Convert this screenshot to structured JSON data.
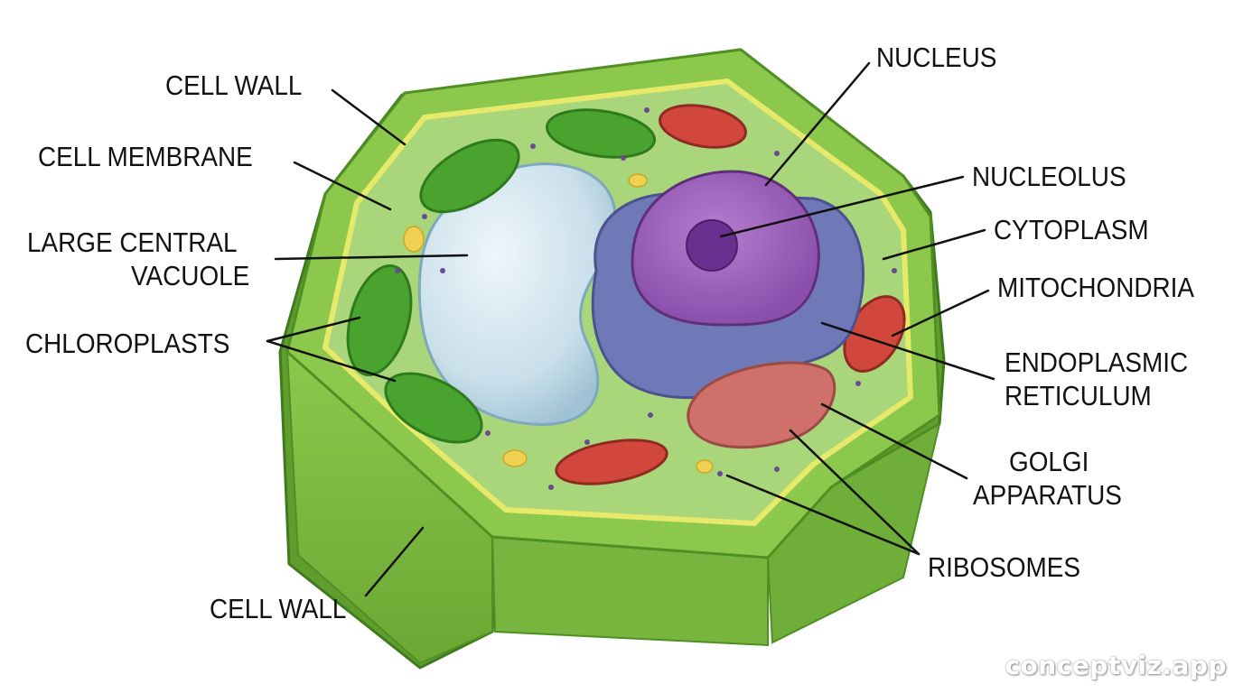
{
  "labels": {
    "cell_wall_top": "CELL WALL",
    "cell_membrane": "CELL MEMBRANE",
    "vacuole_line1": "LARGE CENTRAL",
    "vacuole_line2": "VACUOLE",
    "chloroplasts": "CHLOROPLASTS",
    "cell_wall_bottom": "CELL WALL",
    "nucleus": "NUCLEUS",
    "nucleolus": "NUCLEOLUS",
    "cytoplasm": "CYTOPLASM",
    "mitochondria": "MITOCHONDRIA",
    "er_line1": "ENDOPLASMIC",
    "er_line2": "RETICULUM",
    "golgi_line1": "GOLGI",
    "golgi_line2": "APPARATUS",
    "ribosomes": "RIBOSOMES"
  },
  "watermark": "conceptviz.app",
  "colors": {
    "cell_wall": "#7cbb3f",
    "cell_wall_dark": "#4f8f23",
    "cytoplasm": "#a9d67a",
    "membrane": "#e6e96a",
    "vacuole": "#cfe4ee",
    "nucleus": "#9b5fb8",
    "nucleolus": "#6a2f8f",
    "er": "#6f79b8",
    "golgi": "#d0706a",
    "mitochondria": "#d2473c",
    "chloroplast": "#4aa32f",
    "ribosome": "#6b4a8f",
    "granule": "#f0d050"
  }
}
